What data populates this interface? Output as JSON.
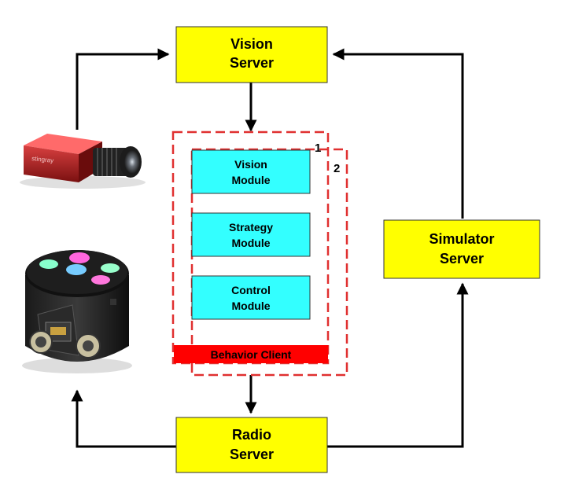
{
  "servers": {
    "vision": {
      "line1": "Vision",
      "line2": "Server"
    },
    "radio": {
      "line1": "Radio",
      "line2": "Server"
    },
    "simulator": {
      "line1": "Simulator",
      "line2": "Server"
    }
  },
  "modules": {
    "vision": {
      "line1": "Vision",
      "line2": "Module"
    },
    "strategy": {
      "line1": "Strategy",
      "line2": "Module"
    },
    "control": {
      "line1": "Control",
      "line2": "Module"
    }
  },
  "behavior_client": {
    "label": "Behavior Client"
  },
  "boundary_labels": {
    "one": "1",
    "two": "2"
  },
  "camera": {
    "brand": "stingray"
  },
  "colors": {
    "server_fill": "#ffff00",
    "module_fill": "#33ffff",
    "behavior_fill": "#ff0000",
    "dashed_border": "#e03030",
    "arrow": "#000000"
  }
}
